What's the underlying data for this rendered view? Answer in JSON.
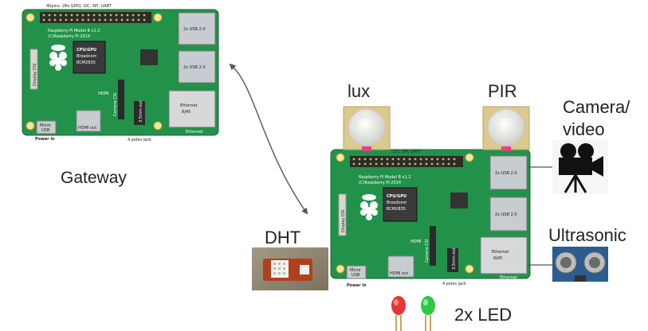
{
  "labels": {
    "lux": "lux",
    "pir": "PIR",
    "camera_line1": "Camera/",
    "camera_line2": "video",
    "gateway": "Gateway",
    "dht": "DHT",
    "ultrasonic": "Ultrasonic",
    "led": "2x LED"
  },
  "boards": {
    "gateway": {
      "gpio": "40pins: 28x GPIO, I2C, SPI, UART",
      "model": "Raspberry Pi Model B v1.2",
      "copyright": "(C)Raspberry Pi 2014",
      "cpu_line1": "CPU/GPU",
      "cpu_line2": "Broadcom",
      "cpu_line3": "BCM2835",
      "usb_top": "2x USB 2.0",
      "usb_bottom": "2x USB 2.0",
      "ethernet_line1": "Ethernet",
      "ethernet_line2": "RJ45",
      "ethernet_tag": "Ethernet",
      "hdmi": "HDMI",
      "hdmi_out": "HDMI out",
      "camera_csi": "Camera CSI",
      "display_dsi": "Display DSI",
      "micro_usb_line1": "Micro",
      "micro_usb_line2": "USB",
      "power_in": "Power in",
      "jack": "4 poles jack",
      "jack_chip": "3.5mm out"
    },
    "sensor_node": {
      "gpio": "I2C, SPI, UART",
      "model": "Raspberry Pi Model B v1.2",
      "copyright": "(C)Raspberry Pi 2014",
      "cpu_line1": "CPU/GPU",
      "cpu_line2": "Broadcom",
      "cpu_line3": "BCM2835",
      "usb_top": "2x USB 2.0",
      "usb_bottom": "2x USB 2.0",
      "ethernet_line1": "Ethernet",
      "ethernet_line2": "RJ45",
      "ethernet_tag": "Ethernet",
      "hdmi": "HDMI",
      "hdmi_out": "HDMI out",
      "camera_csi": "Camera CSI",
      "display_dsi": "Display DSI",
      "micro_usb_line1": "Micro",
      "micro_usb_line2": "USB",
      "power_in": "Power in",
      "jack": "4 poles jack",
      "jack_chip": "3.5mm out"
    }
  },
  "colors": {
    "board": "#22924a",
    "board_dark": "#1b7a3c",
    "header": "#2b2b2b",
    "usb": "#c8ccd0",
    "sensor_lens": "#f1f1ec",
    "sensor_pcb": "#dcc98e",
    "arrow": "#555555",
    "led_red": "#e02020",
    "led_green": "#18c234"
  },
  "icons": {
    "camera": "video-camera-icon",
    "raspberry": "raspberry-logo-icon"
  }
}
